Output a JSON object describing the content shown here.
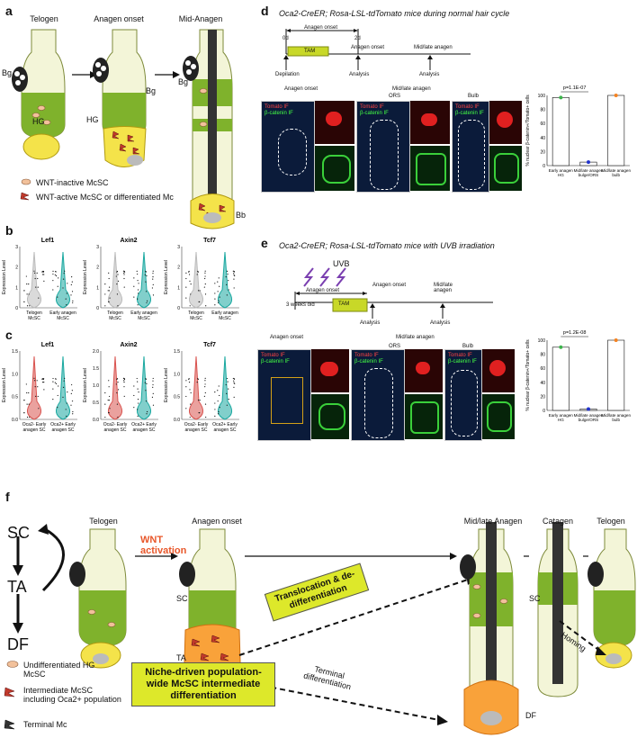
{
  "panels": {
    "a": {
      "label": "a",
      "stages": [
        "Telogen",
        "Anagen onset",
        "Mid-Anagen"
      ],
      "annotations": {
        "bg": "Bg",
        "hg": "HG",
        "bb": "Bb"
      },
      "legend": [
        "WNT-inactive McSC",
        "WNT-active McSC or differentiated Mc"
      ]
    },
    "b": {
      "label": "b",
      "y_label": "Expression Level",
      "genes": [
        "Lef1",
        "Axin2",
        "Tcf7"
      ],
      "groups": [
        "Telogen McSC",
        "Early anagen McSC"
      ],
      "ticks": [
        [
          "0",
          "1",
          "2",
          "3"
        ],
        [
          "0",
          "1",
          "2",
          "3"
        ],
        [
          "0",
          "1",
          "2",
          "3"
        ]
      ]
    },
    "c": {
      "label": "c",
      "y_label": "Expression Level",
      "genes": [
        "Lef1",
        "Axin2",
        "Tcf7"
      ],
      "groups": [
        "Oca2- Early anagen SC",
        "Oca2+ Early anagen SC"
      ],
      "ticks": [
        [
          "0.0",
          "0.5",
          "1.0",
          "1.5"
        ],
        [
          "0.0",
          "0.5",
          "1.0",
          "1.5",
          "2.0"
        ],
        [
          "0.0",
          "0.5",
          "1.0",
          "1.5"
        ]
      ]
    },
    "d": {
      "label": "d",
      "title": "Oca2-CreER; Rosa-LSL-tdTomato mice during normal hair cycle",
      "timeline": {
        "span": "Anagen onset",
        "d0": "0d",
        "d2": "2d",
        "tam": "TAM",
        "anagen_onset": "Anagen onset",
        "mid_late": "Mid/late anagen",
        "depilation": "Depilation",
        "analysis": "Analysis"
      },
      "image_labels": {
        "anagen_onset": "Anagen onset",
        "mid_late": "Mid/late anagen",
        "ors": "ORS",
        "bulb": "Bulb",
        "tomato": "Tomato IF",
        "bcatenin": "β-catenin IF"
      },
      "graph": {
        "ylabel": "% nuclear β-catenin+/Tomato+ cells",
        "pvalue": "p=1.1E-07",
        "yticks": [
          "0",
          "20",
          "40",
          "60",
          "80",
          "100"
        ],
        "ylim": [
          0,
          100
        ],
        "categories": [
          "Early anagen HG",
          "Mid/late anagen bulge/ORS",
          "Mid/late anagen bulb"
        ],
        "values": [
          97,
          5,
          100
        ],
        "colors": [
          "#3cb44b",
          "#2233cc",
          "#f58220"
        ]
      }
    },
    "e": {
      "label": "e",
      "title": "Oca2-CreER; Rosa-LSL-tdTomato mice with UVB irradiation",
      "timeline": {
        "uvb": "UVB",
        "span": "Anagen onset",
        "age": "3 weeks old",
        "tam": "TAM",
        "anagen_onset": "Anagen onset",
        "mid_late": "Mid/late anagen",
        "analysis": "Analysis"
      },
      "image_labels": {
        "anagen_onset": "Anagen onset",
        "mid_late": "Mid/late anagen",
        "ors": "ORS",
        "bulb": "Bulb",
        "tomato": "Tomato IF",
        "bcatenin": "β-catenin IF"
      },
      "graph": {
        "ylabel": "% nuclear β-catenin+/Tomato+ cells",
        "pvalue": "p=1.2E-08",
        "yticks": [
          "0",
          "20",
          "40",
          "60",
          "80",
          "100"
        ],
        "ylim": [
          0,
          100
        ],
        "categories": [
          "Early anagen HG",
          "Mid/late anagen bulge/ORS",
          "Mid/late anagen bulb"
        ],
        "values": [
          90,
          2,
          100
        ],
        "colors": [
          "#3cb44b",
          "#2233cc",
          "#f58220"
        ]
      }
    },
    "f": {
      "label": "f",
      "lineage": [
        "SC",
        "TA",
        "DF"
      ],
      "stages": [
        "Telogen",
        "Anagen onset",
        "Mid/late Anagen",
        "Catagen",
        "Telogen"
      ],
      "wnt": "WNT activation",
      "translocation": "Translocation & de-differentiation",
      "niche": "Niche-driven population-wide McSC intermediate differentiation",
      "terminal": "Terminal differentiation",
      "homing": "Homing",
      "annot": {
        "sc": "SC",
        "ta": "TA",
        "df": "DF"
      },
      "legend": [
        "Undifferentiated HG McSC",
        "Intermediate McSC including Oca2+ population",
        "Terminal Mc"
      ]
    }
  }
}
